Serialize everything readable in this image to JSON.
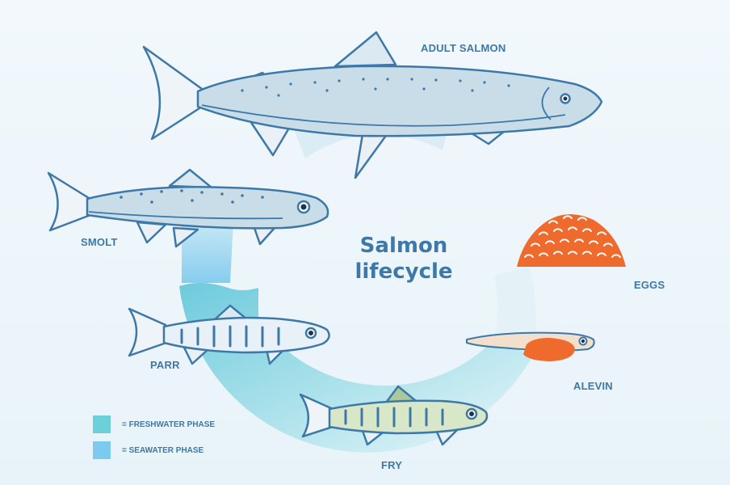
{
  "title": {
    "line1": "Salmon",
    "line2": "lifecycle"
  },
  "stages": {
    "adult": "ADULT SALMON",
    "smolt": "SMOLT",
    "eggs": "EGGS",
    "parr": "PARR",
    "alevin": "ALEVIN",
    "fry": "FRY"
  },
  "legend": {
    "freshwater": {
      "label": "= FRESHWATER PHASE",
      "color": "#6cd0d8"
    },
    "seawater": {
      "label": "= SEAWATER PHASE",
      "color": "#7ccaf0"
    }
  },
  "colors": {
    "text": "#3d78a8",
    "outline": "#3d78a8",
    "eggs": "#ef6a2d",
    "fish_body": "#c9dde9"
  }
}
